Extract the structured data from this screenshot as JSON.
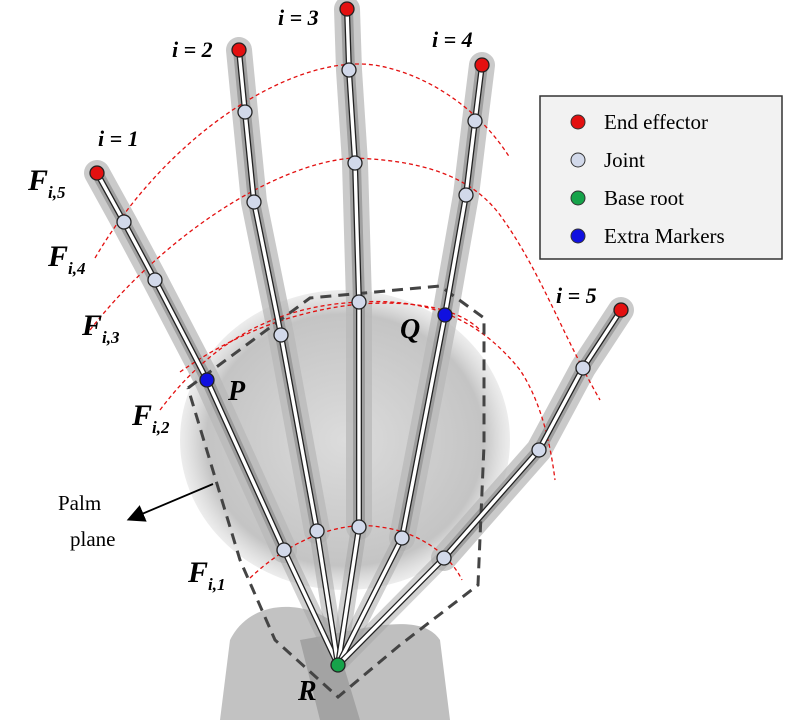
{
  "finger_labels": [
    "i = 1",
    "i = 2",
    "i = 3",
    "i = 4",
    "i = 5"
  ],
  "frame_labels": [
    {
      "main": "F",
      "sub": "i,5"
    },
    {
      "main": "F",
      "sub": "i,4"
    },
    {
      "main": "F",
      "sub": "i,3"
    },
    {
      "main": "F",
      "sub": "i,2"
    },
    {
      "main": "F",
      "sub": "i,1"
    }
  ],
  "point_labels": {
    "P": "P",
    "Q": "Q",
    "R": "R"
  },
  "palm_label": [
    "Palm",
    "plane"
  ],
  "legend": {
    "items": [
      {
        "label": "End effector",
        "color": "#e31010"
      },
      {
        "label": "Joint",
        "color": "#d2d9ea"
      },
      {
        "label": "Base root",
        "color": "#16a34a"
      },
      {
        "label": "Extra Markers",
        "color": "#1010e0"
      }
    ]
  },
  "colors": {
    "bone_line": "#ffffff",
    "bone_outline": "#222222",
    "frame_curve": "#e31010",
    "palm_outline": "#444444",
    "legend_bg": "#f2f2f2",
    "legend_border": "#333333"
  }
}
